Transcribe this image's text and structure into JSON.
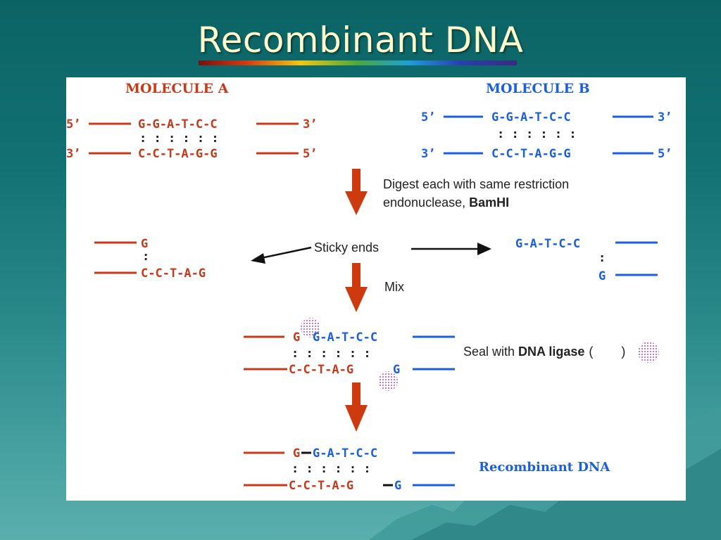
{
  "slide": {
    "title": "Recombinant DNA"
  },
  "colors": {
    "molecule_a": "#c8391a",
    "molecule_b": "#1a5fe0",
    "arrow": "#cc3a0e",
    "ligase": "#b36bd9",
    "background_top": "#0b6364",
    "background_bottom": "#5aafad",
    "title_text": "#ffffcc"
  },
  "molecule_a": {
    "heading": "MOLECULE A",
    "top_five_prime": "5’",
    "top_sequence": "G-G-A-T-C-C",
    "top_three_prime": "3’",
    "pairing": ": : : : : :",
    "bottom_three_prime": "3’",
    "bottom_sequence": "C-C-T-A-G-G",
    "bottom_five_prime": "5’"
  },
  "molecule_b": {
    "heading": "MOLECULE B",
    "top_five_prime": "5’",
    "top_sequence": "G-G-A-T-C-C",
    "top_three_prime": "3’",
    "pairing": ": : : : : :",
    "bottom_three_prime": "3’",
    "bottom_sequence": "C-C-T-A-G-G",
    "bottom_five_prime": "5’"
  },
  "step_digest": {
    "line1": "Digest each with same restriction",
    "line2_prefix": "endonuclease, ",
    "line2_enzyme": "BamHI"
  },
  "sticky": {
    "label": "Sticky ends",
    "left_top": "G",
    "left_pair": ":",
    "left_bottom": "C-C-T-A-G",
    "right_top": "G-A-T-C-C",
    "right_pair": ":",
    "right_bottom": "G"
  },
  "step_mix": {
    "label": "Mix"
  },
  "annealed": {
    "top_red": "G",
    "top_blue": "G-A-T-C-C",
    "pairing": ": : : : : :",
    "bottom_red": "C-C-T-A-G",
    "bottom_blue": "G"
  },
  "step_seal": {
    "prefix": "Seal with ",
    "enzyme": "DNA ligase",
    "paren_open": "(",
    "paren_close": ")"
  },
  "recombinant": {
    "top_red": "G",
    "top_blue": "G-A-T-C-C",
    "pairing": ": : : : : :",
    "bottom_red": "C-C-T-A-G",
    "bottom_blue": "G",
    "label": "Recombinant DNA"
  }
}
